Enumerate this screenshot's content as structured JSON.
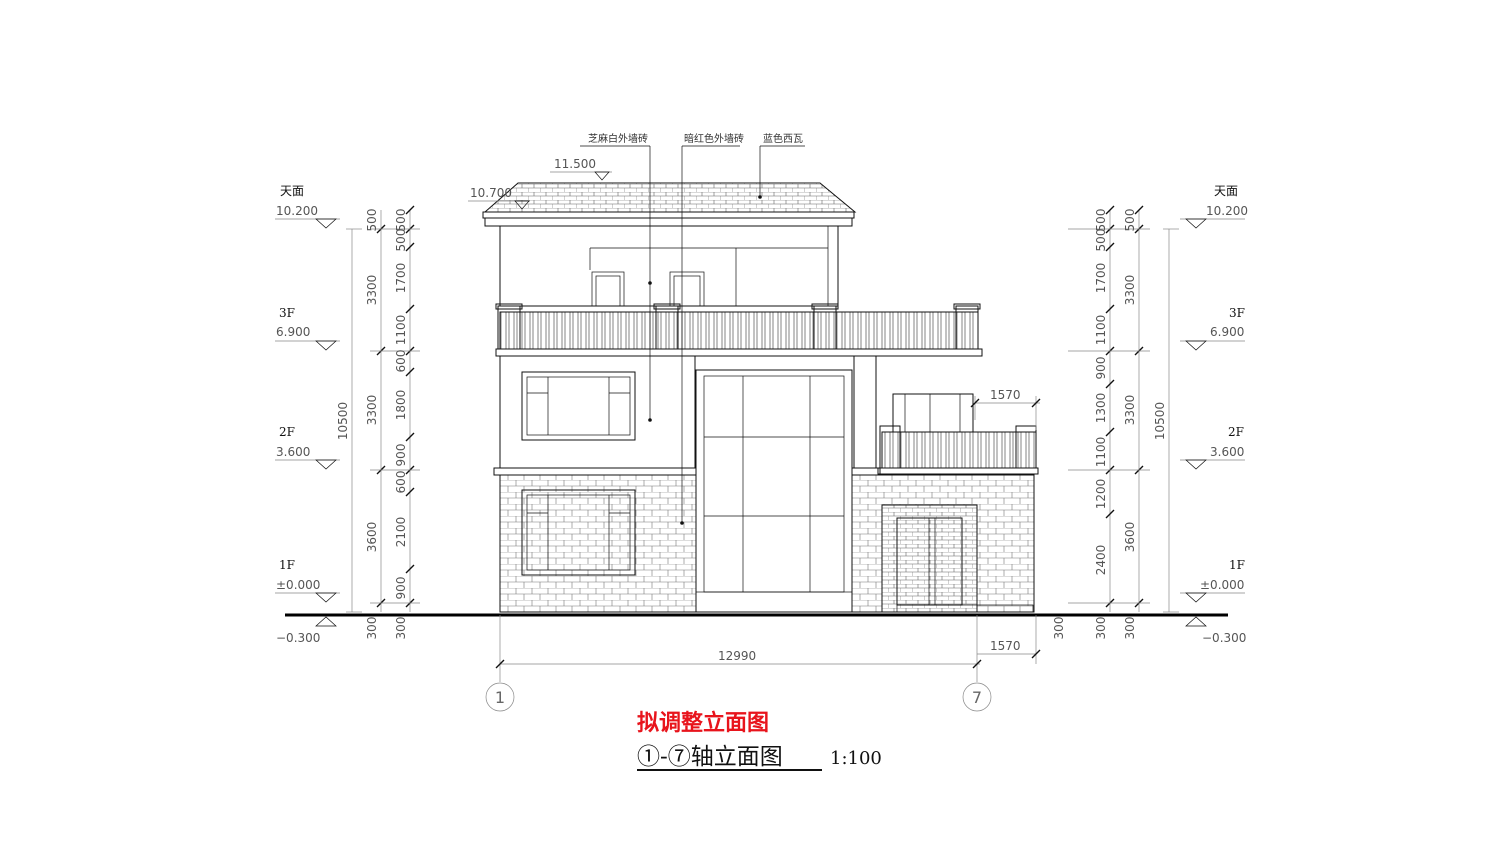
{
  "notes": [
    "芝麻白外墙砖",
    "暗红色外墙砖",
    "蓝色西瓦"
  ],
  "ridge_level": "11.500",
  "eave_level": "10.700",
  "levels": {
    "roof_label": "天面",
    "roof_value": "10.200",
    "f3_label": "3F",
    "f3_value": "6.900",
    "f2_label": "2F",
    "f2_value": "3.600",
    "f1_label": "1F",
    "f1_value": "±0.000",
    "ground_value": "−0.300"
  },
  "dims_left": {
    "total": "10500",
    "middle": [
      "3300",
      "3300",
      "3600",
      "300"
    ],
    "inner": [
      "500",
      "500",
      "1700",
      "1100",
      "600",
      "1800",
      "900",
      "600",
      "2100",
      "900",
      "300"
    ]
  },
  "dims_right": {
    "total": "10500",
    "middle": [
      "500",
      "3300",
      "3300",
      "3600",
      "300"
    ],
    "inner": [
      "500",
      "500",
      "1700",
      "1100",
      "900",
      "1300",
      "1100",
      "1200",
      "2400",
      "300"
    ]
  },
  "dim_bottom": "12990",
  "dim_balcony": "1570",
  "dim_balcony_bottom": "1570",
  "axes": [
    "1",
    "7"
  ],
  "title_red": "拟调整立面图",
  "title_main": "①-⑦轴立面图",
  "title_scale": "1:100"
}
